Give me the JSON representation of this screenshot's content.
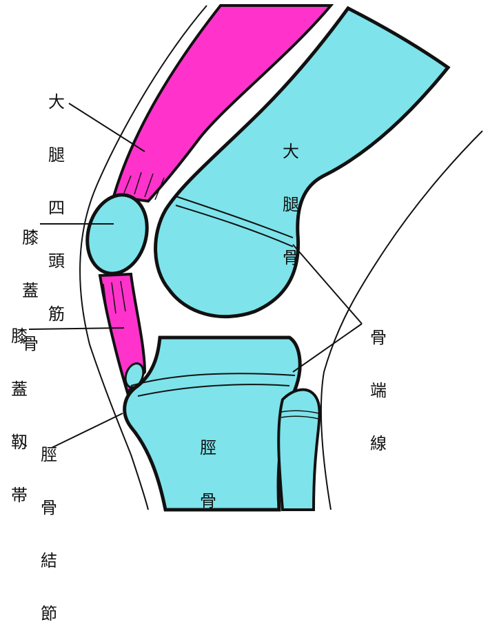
{
  "labels": {
    "quadriceps": [
      "大",
      "腿",
      "四",
      "頭",
      "筋"
    ],
    "patella": [
      "膝",
      "蓋",
      "骨"
    ],
    "patellar_ligament": [
      "膝",
      "蓋",
      "靱",
      "帯"
    ],
    "tibial_tuberosity": [
      "脛",
      "骨",
      "結",
      "節"
    ],
    "femur": [
      "大",
      "腿",
      "骨"
    ],
    "epiphyseal_line": [
      "骨",
      "端",
      "線"
    ],
    "tibia": [
      "脛",
      "骨"
    ]
  },
  "colors": {
    "bone": "#7ee3ea",
    "bone_shade": "#5fd0dc",
    "muscle": "#ff33cc",
    "outline": "#111111",
    "background": "#ffffff"
  }
}
